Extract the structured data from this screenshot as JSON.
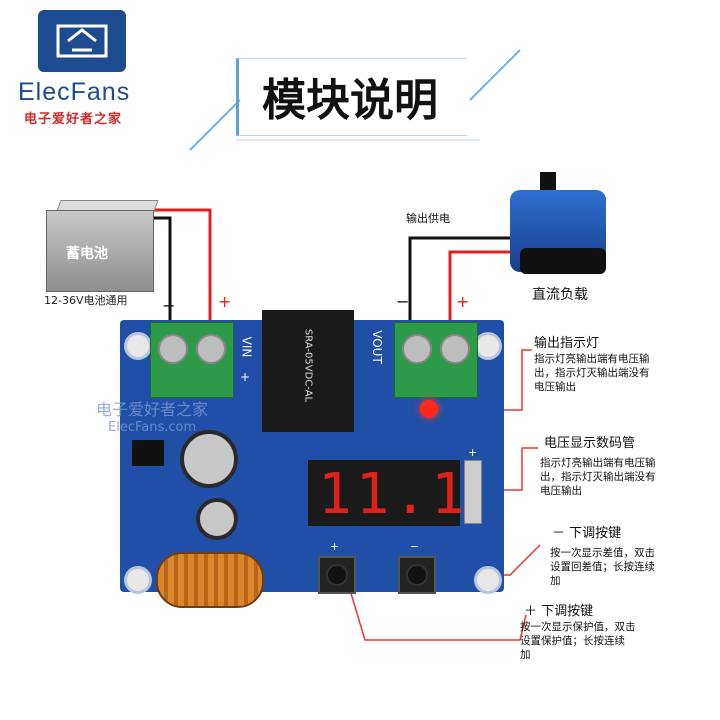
{
  "brand": {
    "name": "ElecFans",
    "subtitle": "电子爱好者之家"
  },
  "title": "模块说明",
  "battery": {
    "label": "蓄电池",
    "caption": "12-36V电池通用"
  },
  "load": {
    "output_label": "输出供电",
    "name": "直流负载"
  },
  "polarity": {
    "minus": "−",
    "plus": "+"
  },
  "board": {
    "relay_text": "SRA-05VDC-AL",
    "display_value": "11.1",
    "vin": "VIN",
    "vout": "VOUT",
    "silk_minus": "−",
    "silk_plus": "+"
  },
  "annotations": {
    "output_led": {
      "title": "输出指示灯",
      "lines": [
        "指示灯亮输出端有电压输",
        "出，指示灯灭输出端没有",
        "电压输出"
      ]
    },
    "display": {
      "title": "电压显示数码管",
      "lines": [
        "指示灯亮输出端有电压输",
        "出，指示灯灭输出端没有",
        "电压输出"
      ]
    },
    "down_key": {
      "title": "－ 下调按键",
      "lines": [
        "按一次显示差值，双击",
        "设置回差值；长按连续",
        "加"
      ]
    },
    "up_key": {
      "title": "＋ 下调按键",
      "lines": [
        "按一次显示保护值，双击",
        "设置保护值；长按连续",
        "加"
      ]
    }
  },
  "watermark": {
    "cn": "电子爱好者之家",
    "en": "ElecFans.com"
  },
  "colors": {
    "pcb": "#1f4fa6",
    "wire_red": "#e11f1f",
    "wire_black": "#111111",
    "digit_red": "#e0201a",
    "annotation_red": "#e33333"
  }
}
